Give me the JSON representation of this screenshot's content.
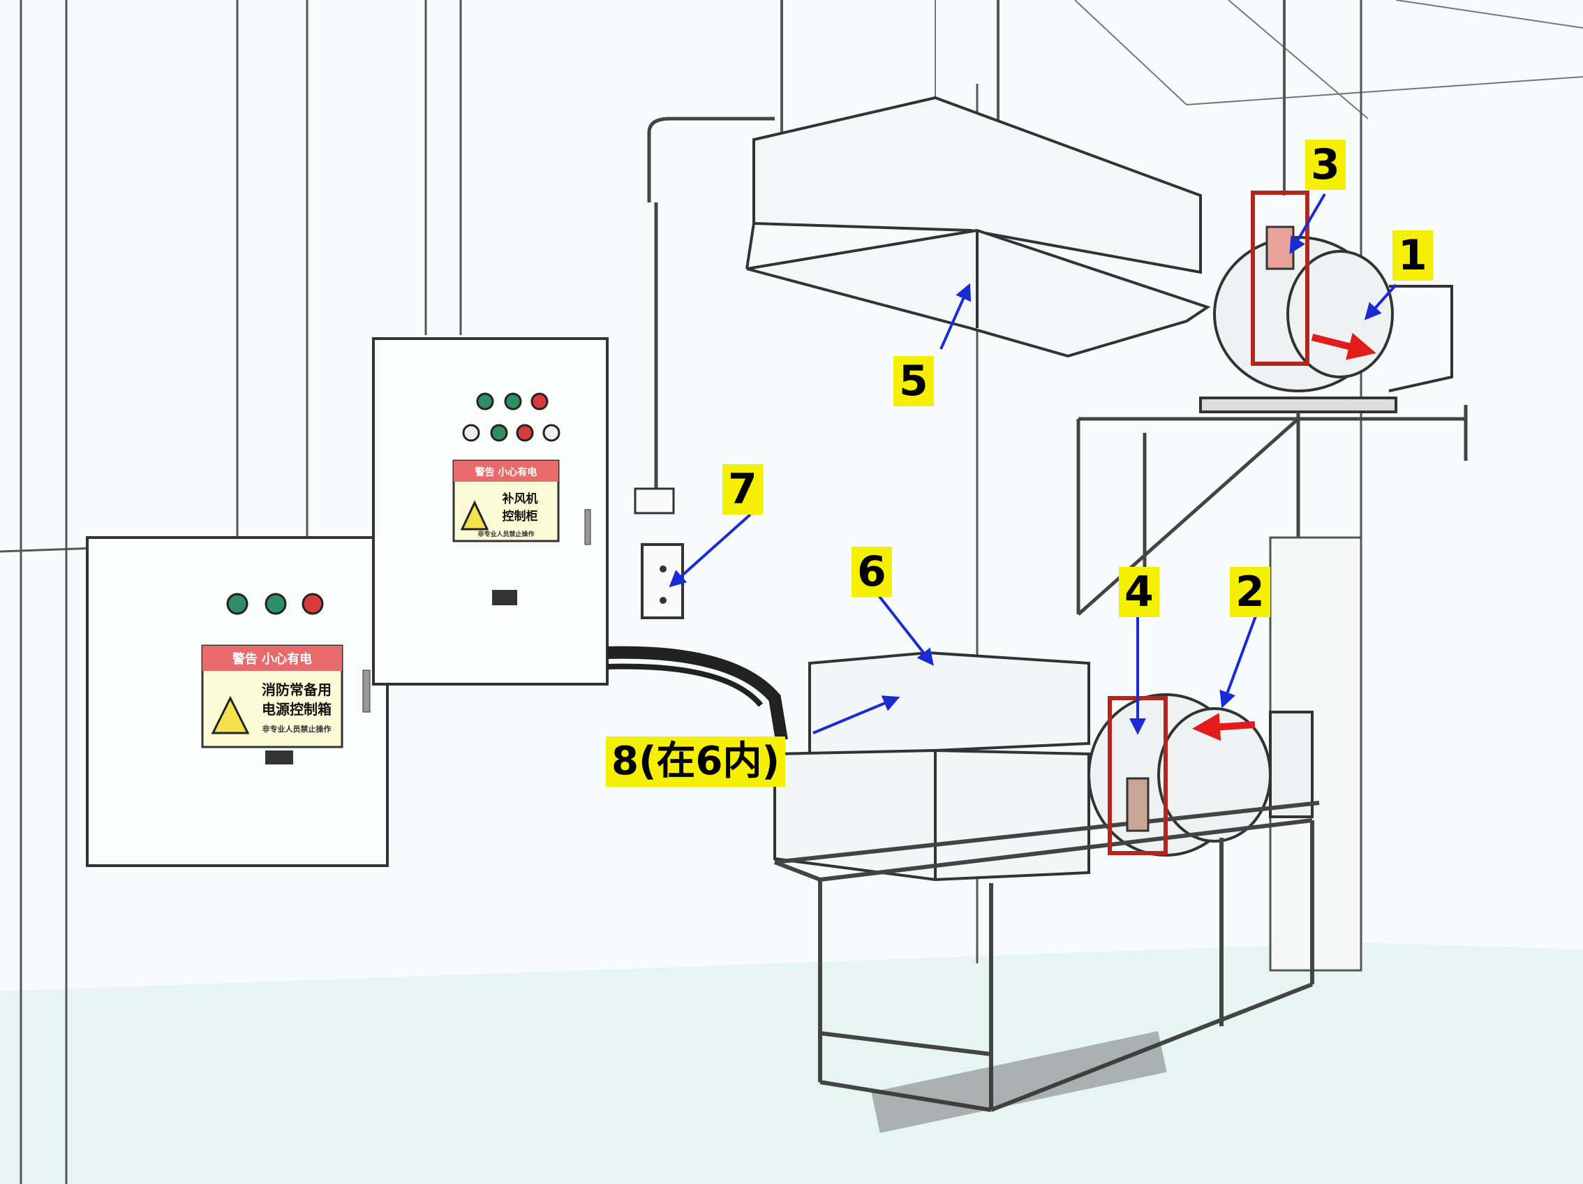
{
  "annotations": {
    "label_1": "1",
    "label_2": "2",
    "label_3": "3",
    "label_4": "4",
    "label_5": "5",
    "label_6": "6",
    "label_7": "7",
    "label_8": "8(在6内)"
  },
  "signs": {
    "lower_cabinet": {
      "warning_header": "警告 小心有电",
      "line1": "消防常备用",
      "line2": "电源控制箱",
      "footnote": "非专业人员禁止操作"
    },
    "upper_cabinet": {
      "warning_header": "警告 小心有电",
      "line1": "补风机",
      "line2": "控制柜",
      "footnote": "非专业人员禁止操作"
    }
  },
  "colors": {
    "label_bg": "#f4f000",
    "arrow_blue": "#1a2bd6",
    "arrow_red": "#e21b1b",
    "box_red": "#b3261e",
    "floor": "#dff3f0"
  }
}
